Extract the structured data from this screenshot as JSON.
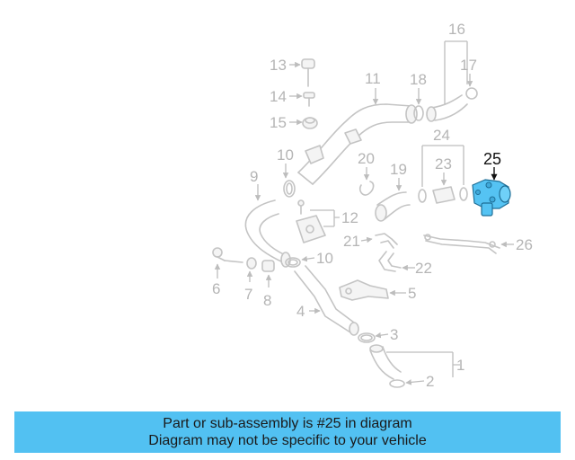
{
  "diagram": {
    "highlight_color": "#55c3f3",
    "label_color": "#b5b5b5",
    "highlighted_part": "25",
    "labels": {
      "p1": "1",
      "p2": "2",
      "p3": "3",
      "p4": "4",
      "p5": "5",
      "p6": "6",
      "p7": "7",
      "p8": "8",
      "p9": "9",
      "p10a": "10",
      "p10b": "10",
      "p11": "11",
      "p12": "12",
      "p13": "13",
      "p14": "14",
      "p15": "15",
      "p16": "16",
      "p17": "17",
      "p18": "18",
      "p19": "19",
      "p20": "20",
      "p21": "21",
      "p22": "22",
      "p23": "23",
      "p24": "24",
      "p25": "25",
      "p26": "26"
    }
  },
  "banner": {
    "line1": "Part or sub-assembly is #25 in diagram",
    "line2": "Diagram may not be specific to your vehicle",
    "background": "#52c1f2"
  }
}
